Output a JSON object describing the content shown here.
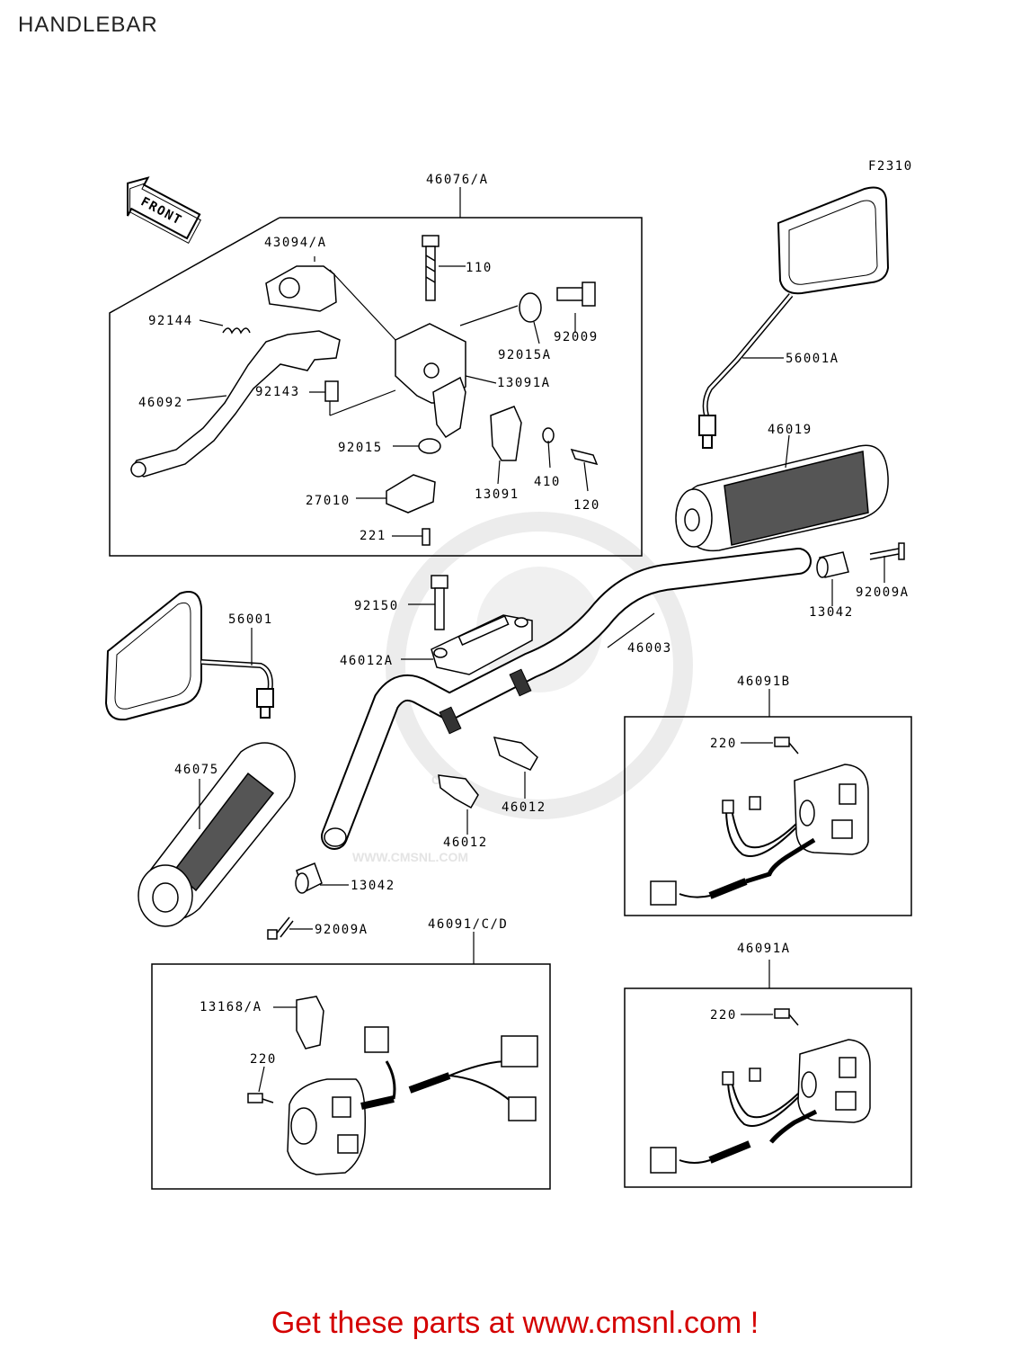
{
  "header": {
    "title": "HANDLEBAR"
  },
  "figure_code": "F2310",
  "front_arrow_label": "FRONT",
  "watermark": {
    "url": "WWW.CMSNL.COM",
    "logo": "CMS"
  },
  "groups": {
    "lever_assy": "46076/A",
    "switch_b": "46091B",
    "switch_cd": "46091/C/D",
    "switch_a": "46091A"
  },
  "parts": {
    "p43094A": "43094/A",
    "p110": "110",
    "p92144": "92144",
    "p92009_top": "92009",
    "p92015A": "92015A",
    "p92143": "92143",
    "p13091A": "13091A",
    "p46092": "46092",
    "p92015": "92015",
    "p410": "410",
    "p13091": "13091",
    "p120": "120",
    "p27010": "27010",
    "p221": "221",
    "p56001A": "56001A",
    "p46019": "46019",
    "p92150": "92150",
    "p56001": "56001",
    "p92009A_right": "92009A",
    "p13042_right": "13042",
    "p46012A": "46012A",
    "p46003": "46003",
    "p220_b": "220",
    "p46075": "46075",
    "p46012_a": "46012",
    "p46012_b": "46012",
    "p13042_left": "13042",
    "p92009A_left": "92009A",
    "p13168A": "13168/A",
    "p220_cd": "220",
    "p220_a": "220"
  },
  "footer": {
    "link_text": "Get these parts at www.cmsnl.com !"
  }
}
